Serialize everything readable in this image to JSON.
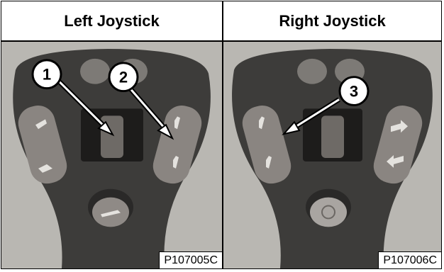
{
  "left_panel": {
    "title": "Left Joystick",
    "code": "P107005C",
    "callouts": [
      "1",
      "2"
    ]
  },
  "right_panel": {
    "title": "Right Joystick",
    "code": "P107006C",
    "callouts": [
      "3"
    ]
  },
  "colors": {
    "photo_bg": "#b9b7b2",
    "housing": "#3d3c3a",
    "button": "#8a8581",
    "border": "#000000"
  }
}
